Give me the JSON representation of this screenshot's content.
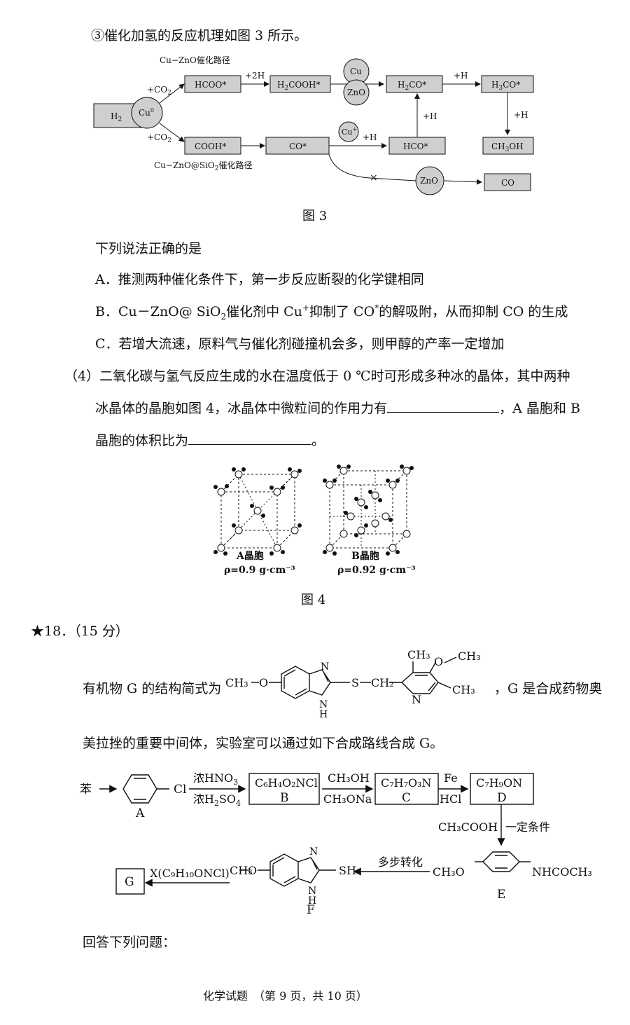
{
  "intro": "③催化加氢的反应机理如图 3 所示。",
  "fig3": {
    "caption": "图 3",
    "path_top": "Cu−ZnO催化路径",
    "path_bottom_pre": "Cu−ZnO@SiO",
    "path_bottom_post": "催化路径",
    "co2_top": "+CO",
    "co2_bottom": "+CO",
    "h2": "H",
    "cu0": "Cu",
    "hcoo": "HCOO*",
    "plus2h": "+2H",
    "h2cooh_pre": "H",
    "h2cooh_post": "COOH*",
    "cu": "Cu",
    "zno": "ZnO",
    "h2co_pre": "H",
    "h2co_post": "CO*",
    "plush1": "+H",
    "h3co_pre": "H",
    "h3co_post": "CO*",
    "plush2": "+H",
    "plush3": "+H",
    "ch3oh_pre": "CH",
    "ch3oh_post": "OH",
    "cooh": "COOH*",
    "co_star": "CO*",
    "cuplus": "Cu",
    "plush4": "+H",
    "hco": "HCO*",
    "cross": "×",
    "zno2": "ZnO",
    "co": "CO"
  },
  "question_stem": "下列说法正确的是",
  "options": {
    "A": "A．推测两种催化条件下，第一步反应断裂的化学键相同",
    "B_1": "B．Cu－ZnO@ SiO",
    "B_2": "催化剂中 Cu",
    "B_3": "抑制了 CO",
    "B_4": "的解吸附，从而抑制 CO 的生成",
    "C": "C．若增大流速，原料气与催化剂碰撞机会多，则甲醇的产率一定增加"
  },
  "q4": {
    "line1": "（4）二氧化碳与氢气反应生成的水在温度低于 0 ℃时可形成多种冰的晶体，其中两种",
    "line2_a": "冰晶体的晶胞如图 4，冰晶体中微粒间的作用力有",
    "line2_b": "，A 晶胞和 B",
    "line3_a": "晶胞的体积比为",
    "line3_b": "。"
  },
  "fig4": {
    "caption": "图 4",
    "a_label": "A晶胞",
    "a_density": "ρ=0.9 g·cm⁻³",
    "b_label": "B晶胞",
    "b_density": "ρ=0.92 g·cm⁻³"
  },
  "q18": {
    "header": "★18．（15 分）",
    "intro_a": "有机物 G 的结构简式为",
    "intro_b": "，G 是合成药物奥",
    "intro_line2": "美拉挫的重要中间体，实验室可以通过如下合成路线合成 G。",
    "answer_prompt": "回答下列问题："
  },
  "scheme": {
    "benzene": "苯",
    "cl": "Cl",
    "label_a": "A",
    "hno3": "浓HNO",
    "h2so4": "浓H",
    "b_formula": "C₆H₄O₂NCl",
    "label_b": "B",
    "ch3oh": "CH₃OH",
    "ch3ona": "CH₃ONa",
    "c_formula": "C₇H₇O₃N",
    "label_c": "C",
    "fe": "Fe",
    "hcl": "HCl",
    "d_formula": "C₇H₉ON",
    "label_d": "D",
    "ch3cooh": "CH₃COOH",
    "condition": "一定条件",
    "e_ome": "CH₃O",
    "e_sub": "NHCOCH₃",
    "label_e": "E",
    "multistep": "多步转化",
    "f_ome": "CH₃",
    "f_o": "O",
    "n": "N",
    "nh": "H",
    "sh": "SH",
    "label_f": "F",
    "x_reagent": "X(C₉H₁₀ONCl)",
    "label_g": "G"
  },
  "g_struct": {
    "ch3o": "CH₃",
    "o": "O",
    "s": "S",
    "ch2": "CH₂",
    "ch3_top": "CH₃",
    "och3": "O",
    "ch3_right_top": "CH₃",
    "ch3_right": "CH₃",
    "n": "N",
    "h": "H"
  },
  "footer": "化学试题　（第 9 页，共 10 页）"
}
